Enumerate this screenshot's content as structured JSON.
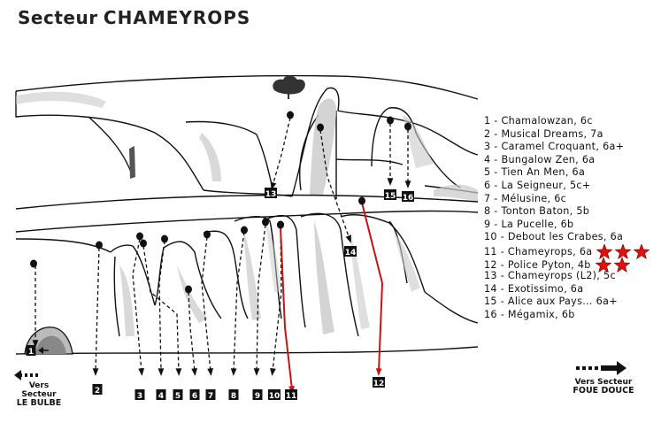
{
  "title": {
    "prefix": "Secteur",
    "name": "CHAMEYROPS"
  },
  "routes": [
    {
      "num": "1",
      "text": "1 - Chamalowzan, 6c"
    },
    {
      "num": "2",
      "text": "2 - Musical Dreams, 7a"
    },
    {
      "num": "3",
      "text": "3 - Caramel Croquant, 6a+"
    },
    {
      "num": "4",
      "text": "4 - Bungalow Zen, 6a"
    },
    {
      "num": "5",
      "text": "5 - Tien An Men, 6a"
    },
    {
      "num": "6",
      "text": "6 - La Seigneur, 5c+"
    },
    {
      "num": "7",
      "text": "7 - Mélusine, 6c"
    },
    {
      "num": "8",
      "text": "8 - Tonton Baton, 5b"
    },
    {
      "num": "9",
      "text": "9 - La Pucelle, 6b"
    },
    {
      "num": "10",
      "text": "10 - Debout les Crabes, 6a"
    },
    {
      "num": "11",
      "text": "11 - Chameyrops, 6a",
      "stars": 3
    },
    {
      "num": "12",
      "text": "12 - Police Pyton, 4b",
      "stars": 2
    },
    {
      "num": "13",
      "text": "13 - Chameyrops (L2), 5c"
    },
    {
      "num": "14",
      "text": "14 - Exotissimo, 6a"
    },
    {
      "num": "15",
      "text": "15 - Alice aux Pays... 6a+"
    },
    {
      "num": "16",
      "text": "16 - Mégamix, 6b"
    }
  ],
  "directions": {
    "left": {
      "line1": "Vers Secteur",
      "line2": "LE BULBE"
    },
    "right": {
      "line1": "Vers Secteur",
      "line2": "FOUE DOUCE"
    }
  },
  "colors": {
    "ink": "#111111",
    "rock_shade": "#c9c9c9",
    "highlight_route": "#cc1111",
    "star": "#e01010"
  }
}
